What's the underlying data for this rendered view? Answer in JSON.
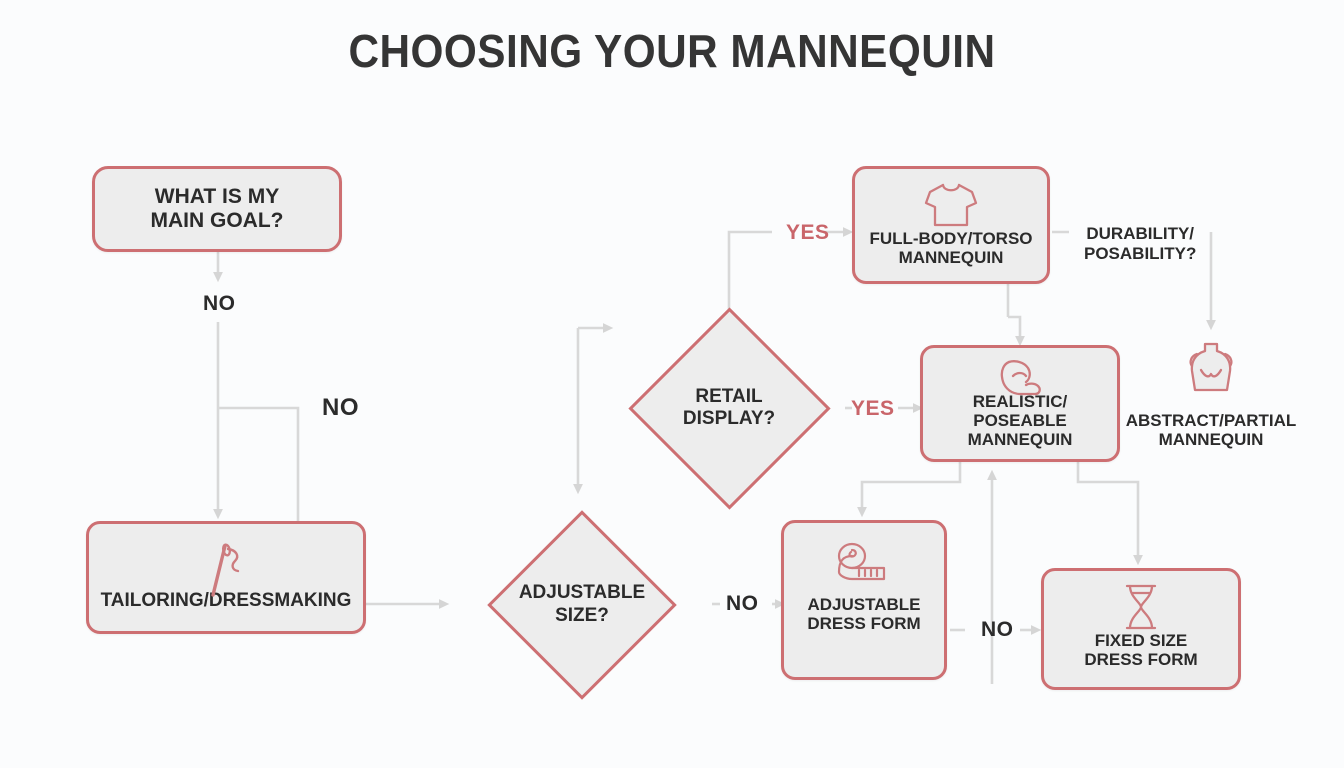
{
  "title": "CHOOSING YOUR MANNEQUIN",
  "colors": {
    "background": "#fbfcfd",
    "node_fill": "#ededed",
    "node_border": "#cd6f72",
    "icon": "#cd7b7e",
    "text": "#2b2b2b",
    "title_text": "#353535",
    "connector": "#d8d8d8",
    "yes_label": "#c9656a",
    "no_label": "#2b2b2b"
  },
  "nodes": {
    "main_goal": {
      "label": "WHAT IS MY\nMAIN GOAL?",
      "shape": "rounded-rect",
      "icon": null
    },
    "tailoring": {
      "label": "TAILORING/DRESSMAKING",
      "shape": "rounded-rect",
      "icon": "needle-thread-icon"
    },
    "retail_display": {
      "label": "RETAIL\nDISPLAY?",
      "shape": "diamond",
      "icon": null
    },
    "adjustable_size": {
      "label": "ADJUSTABLE\nSIZE?",
      "shape": "diamond",
      "icon": null
    },
    "full_body": {
      "label": "FULL-BODY/TORSO\nMANNEQUIN",
      "shape": "rounded-rect",
      "icon": "tshirt-icon"
    },
    "realistic": {
      "label": "REALISTIC/\nPOSEABLE\nMANNEQUIN",
      "shape": "rounded-rect",
      "icon": "flexed-bicep-icon"
    },
    "abstract": {
      "label": "ABSTRACT/PARTIAL\nMANNEQUIN",
      "shape": "plain",
      "icon": "dress-form-torso-icon"
    },
    "adjustable_form": {
      "label": "ADJUSTABLE\nDRESS FORM",
      "shape": "rounded-rect",
      "icon": "measuring-tape-icon"
    },
    "fixed_form": {
      "label": "FIXED SIZE\nDRESS FORM",
      "shape": "rounded-rect",
      "icon": "hourglass-icon"
    }
  },
  "edge_labels": {
    "goal_no": "NO",
    "goal_no_branch": "NO",
    "retail_yes": "YES",
    "adjustable_yes": "YES",
    "adjustable_no": "NO",
    "realistic_no": "NO",
    "durability": "DURABILITY/\nPOSABILITY?"
  }
}
